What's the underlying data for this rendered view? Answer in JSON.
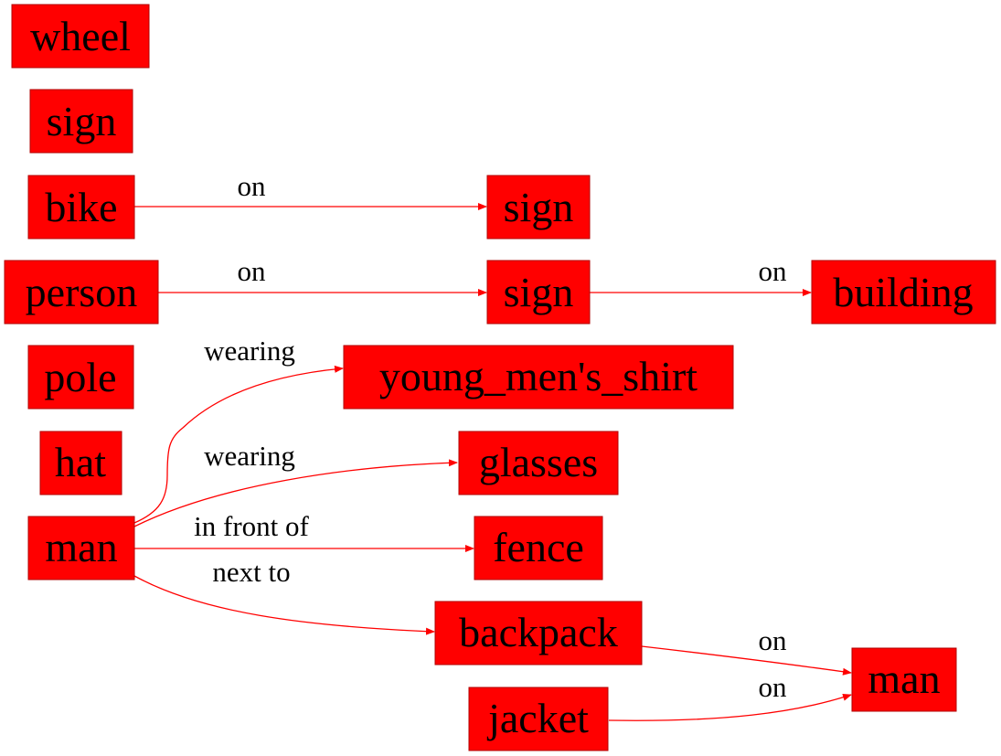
{
  "colors": {
    "node_fill": "#ff0000",
    "edge": "#ff0000",
    "text": "#000000"
  },
  "nodes": {
    "wheel": "wheel",
    "sign1": "sign",
    "bike": "bike",
    "person": "person",
    "pole": "pole",
    "hat": "hat",
    "man1": "man",
    "sign2": "sign",
    "sign3": "sign",
    "building": "building",
    "shirt": "young_men's_shirt",
    "glasses": "glasses",
    "fence": "fence",
    "backpack": "backpack",
    "jacket": "jacket",
    "man2": "man"
  },
  "edges": [
    {
      "from": "bike",
      "to": "sign2",
      "label": "on"
    },
    {
      "from": "person",
      "to": "sign3",
      "label": "on"
    },
    {
      "from": "sign3",
      "to": "building",
      "label": "on"
    },
    {
      "from": "man1",
      "to": "shirt",
      "label": "wearing"
    },
    {
      "from": "man1",
      "to": "glasses",
      "label": "wearing"
    },
    {
      "from": "man1",
      "to": "fence",
      "label": "in front of"
    },
    {
      "from": "man1",
      "to": "backpack",
      "label": "next to"
    },
    {
      "from": "backpack",
      "to": "man2",
      "label": "on"
    },
    {
      "from": "jacket",
      "to": "man2",
      "label": "on"
    }
  ]
}
